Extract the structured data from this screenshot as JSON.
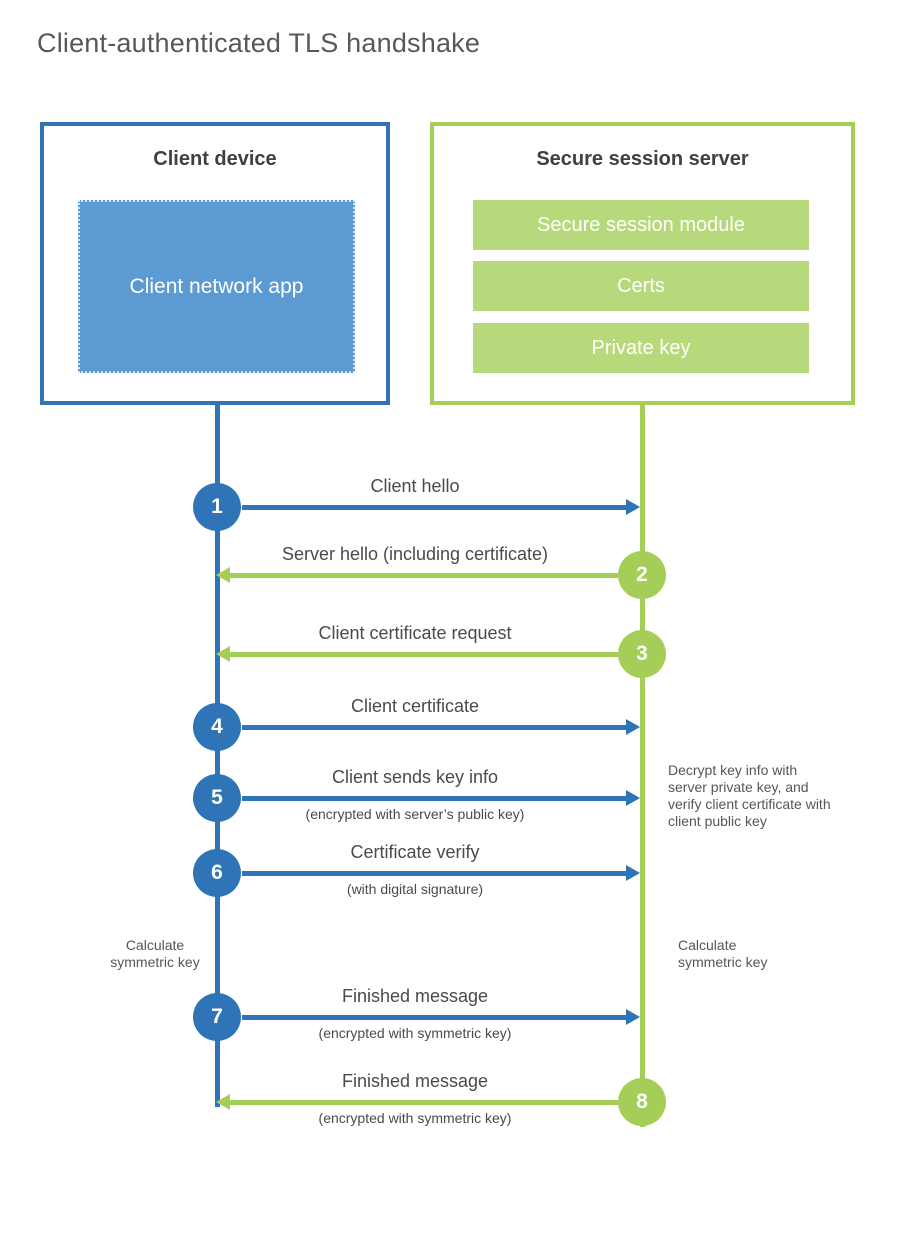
{
  "title": "Client-authenticated TLS handshake",
  "client": {
    "title": "Client device",
    "app": "Client network app"
  },
  "server": {
    "title": "Secure session server",
    "modules": [
      "Secure session module",
      "Certs",
      "Private key"
    ]
  },
  "steps": [
    {
      "num": "1",
      "label": "Client hello",
      "sublabel": "",
      "direction": "right",
      "from": "client"
    },
    {
      "num": "2",
      "label": "Server hello (including certificate)",
      "sublabel": "",
      "direction": "left",
      "from": "server"
    },
    {
      "num": "3",
      "label": "Client certificate request",
      "sublabel": "",
      "direction": "left",
      "from": "server"
    },
    {
      "num": "4",
      "label": "Client certificate",
      "sublabel": "",
      "direction": "right",
      "from": "client"
    },
    {
      "num": "5",
      "label": "Client sends key info",
      "sublabel": "(encrypted with server’s public key)",
      "direction": "right",
      "from": "client"
    },
    {
      "num": "6",
      "label": "Certificate verify",
      "sublabel": "(with digital signature)",
      "direction": "right",
      "from": "client"
    },
    {
      "num": "7",
      "label": "Finished message",
      "sublabel": "(encrypted with symmetric key)",
      "direction": "right",
      "from": "client"
    },
    {
      "num": "8",
      "label": "Finished message",
      "sublabel": "(encrypted with symmetric key)",
      "direction": "left",
      "from": "server"
    }
  ],
  "annotations": {
    "decrypt_note": "Decrypt key info with server private key, and verify client certificate with client public key",
    "calc_left": "Calculate symmetric key",
    "calc_right": "Calculate symmetric key"
  },
  "colors": {
    "blue": "#2e74b6",
    "blue_fill": "#5b9ad3",
    "green": "#a4ce58",
    "green_fill": "#b7d97c"
  }
}
